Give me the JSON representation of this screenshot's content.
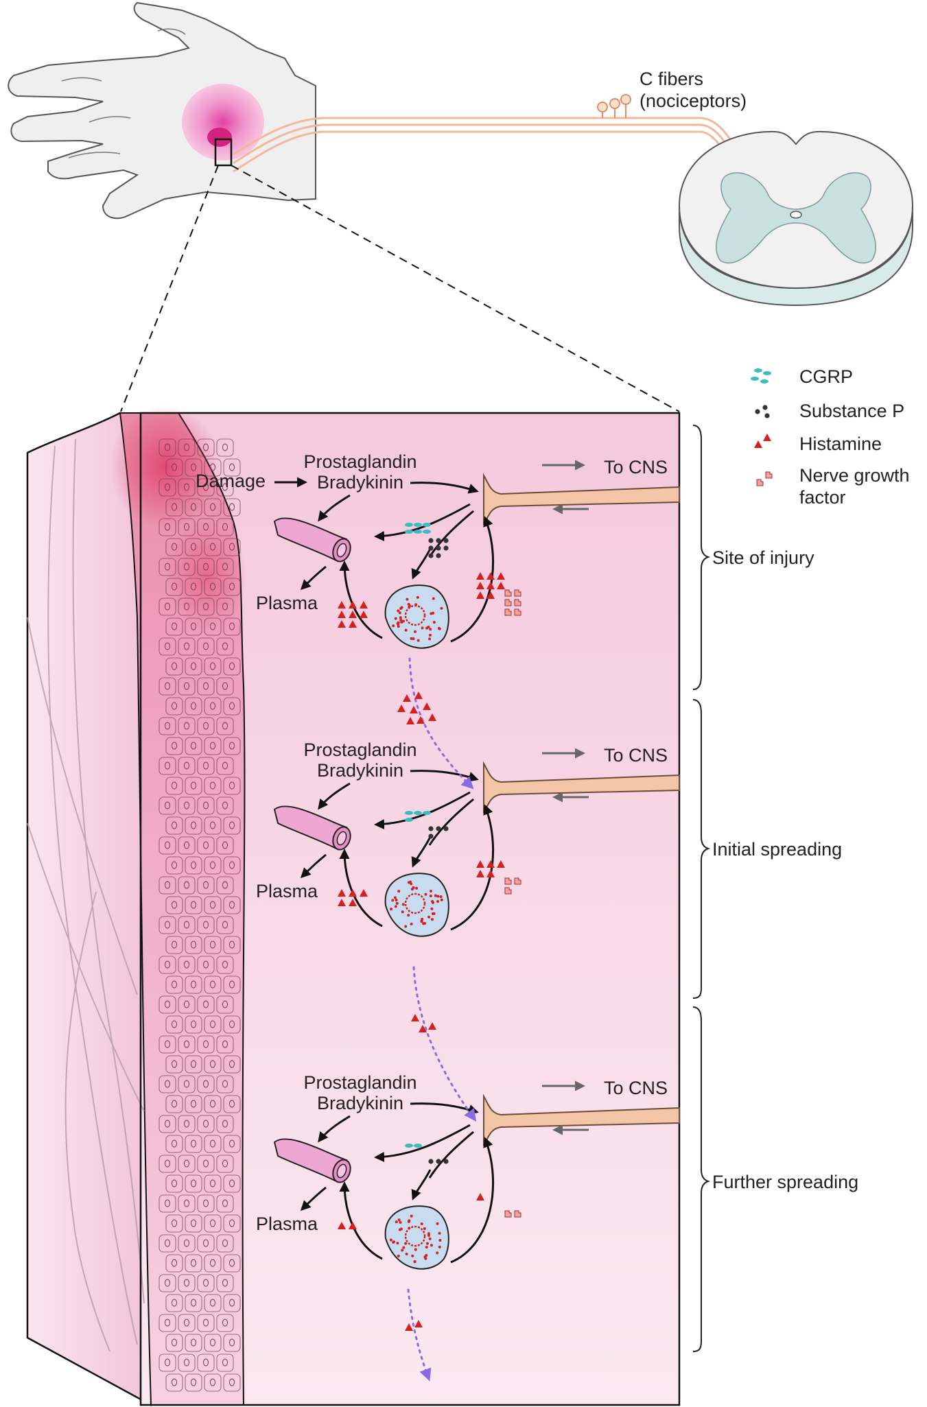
{
  "hand_section": {
    "fiber_label_line1": "C fibers",
    "fiber_label_line2": "(nociceptors)"
  },
  "legend": {
    "items": [
      {
        "key": "cgrp",
        "label_line1": "CGRP",
        "label_line2": "",
        "color": "#3bbdbd"
      },
      {
        "key": "substance_p",
        "label_line1": "Substance P",
        "label_line2": "",
        "color": "#333333"
      },
      {
        "key": "histamine",
        "label_line1": "Histamine",
        "label_line2": "",
        "color": "#e01b1b"
      },
      {
        "key": "ngf",
        "label_line1": "Nerve growth",
        "label_line2": "factor",
        "color": "#e88a8a"
      }
    ]
  },
  "stages": [
    {
      "name": "Site of injury",
      "damage_label": "Damage",
      "mediator_line1": "Prostaglandin",
      "mediator_line2": "Bradykinin",
      "plasma_label": "Plasma",
      "cns_label": "To CNS"
    },
    {
      "name": "Initial spreading",
      "mediator_line1": "Prostaglandin",
      "mediator_line2": "Bradykinin",
      "plasma_label": "Plasma",
      "cns_label": "To CNS"
    },
    {
      "name": "Further spreading",
      "mediator_line1": "Prostaglandin",
      "mediator_line2": "Bradykinin",
      "plasma_label": "Plasma",
      "cns_label": "To CNS"
    }
  ],
  "colors": {
    "tissue_bg": "#f6d6e4",
    "nerve_fiber": "#f2c6a6",
    "vessel": "#e8a6d4",
    "mast_cell": "#c9dcef",
    "particle_red": "#d61f1f",
    "dotted_arrow": "#8a6ae6"
  }
}
